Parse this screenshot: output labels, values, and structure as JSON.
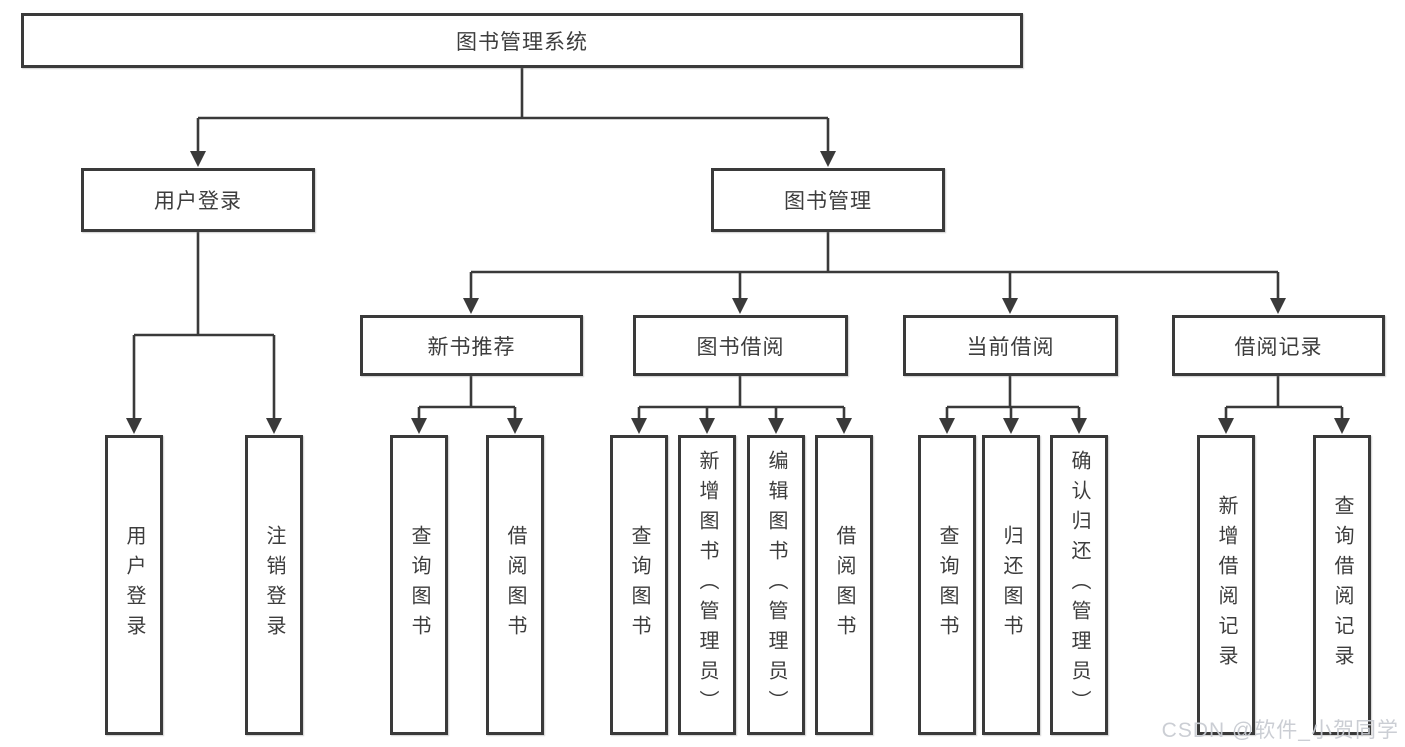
{
  "diagram": {
    "root": {
      "label": "图书管理系统"
    },
    "level2": [
      {
        "label": "用户登录"
      },
      {
        "label": "图书管理"
      }
    ],
    "level3": [
      {
        "label": "新书推荐"
      },
      {
        "label": "图书借阅"
      },
      {
        "label": "当前借阅"
      },
      {
        "label": "借阅记录"
      }
    ],
    "leaves": {
      "login": [
        {
          "label": "用户登录"
        },
        {
          "label": "注销登录"
        }
      ],
      "recommend": [
        {
          "label": "查询图书"
        },
        {
          "label": "借阅图书"
        }
      ],
      "borrow": [
        {
          "label": "查询图书"
        },
        {
          "label": "新增图书（管理员）"
        },
        {
          "label": "编辑图书（管理员）"
        },
        {
          "label": "借阅图书"
        }
      ],
      "current": [
        {
          "label": "查询图书"
        },
        {
          "label": "归还图书"
        },
        {
          "label": "确认归还（管理员）"
        }
      ],
      "records": [
        {
          "label": "新增借阅记录"
        },
        {
          "label": "查询借阅记录"
        }
      ]
    }
  },
  "watermark": {
    "text": "CSDN @软件_小贺同学"
  },
  "colors": {
    "line": "#3a3a3a",
    "box_border": "#3a3a3a",
    "box_background": "#ffffff",
    "text": "#3d3d3d",
    "watermark_text": "#c8cbd2",
    "page_background": "#ffffff"
  }
}
